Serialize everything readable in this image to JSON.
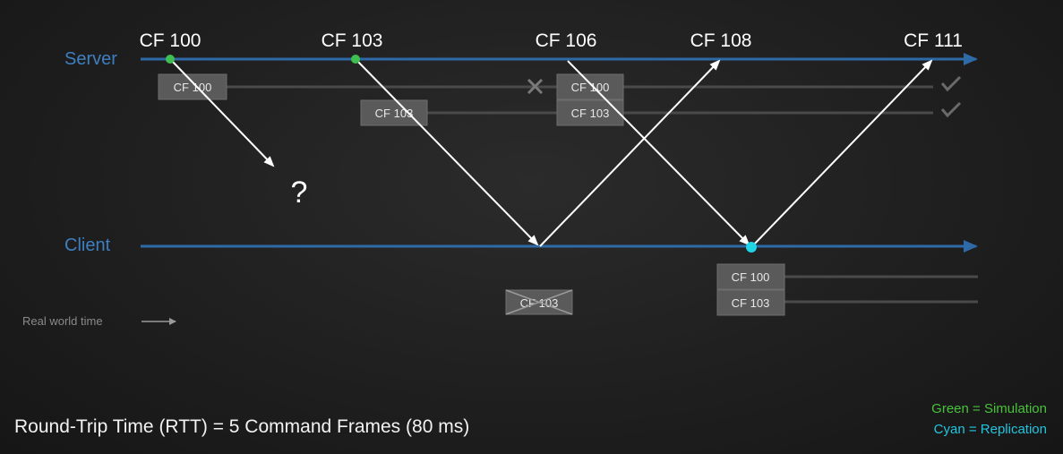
{
  "lanes": {
    "server": "Server",
    "client": "Client"
  },
  "frames": [
    "CF 100",
    "CF 103",
    "CF 106",
    "CF 108",
    "CF 111"
  ],
  "boxes": {
    "server_cf100": "CF 100",
    "server_cf103": "CF 103",
    "server_cf100_b": "CF 100",
    "server_cf103_b": "CF 103",
    "client_cf103_dropped": "CF 103",
    "client_cf100": "CF 100",
    "client_cf103": "CF 103"
  },
  "question_mark": "?",
  "real_world_time": "Real world time",
  "rtt_caption": "Round-Trip Time (RTT) = 5 Command Frames (80 ms)",
  "legend": {
    "green": "Green = Simulation",
    "cyan": "Cyan = Replication"
  },
  "colors": {
    "lane": "#2f6aa8",
    "green": "#3fbf4f",
    "cyan": "#22d3e6",
    "box": "#5a5a5a",
    "track": "#4a4a4a"
  }
}
